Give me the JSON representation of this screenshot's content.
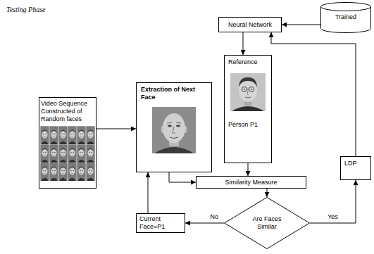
{
  "diagram": {
    "title": "Testing Phase",
    "nodes": [
      {
        "text": [
          "Video Sequence Constructed of Random faces"
        ]
      },
      {
        "text": [
          "Extraction of Next Face"
        ]
      },
      {
        "text": [
          "Neural Network"
        ]
      },
      {
        "text": [
          "Trained"
        ]
      },
      {
        "text": [
          "Reference",
          "Person P1"
        ]
      },
      {
        "text": [
          "LDP"
        ]
      },
      {
        "text": [
          "Similarity Measure"
        ]
      },
      {
        "text": [
          "Are Faces Similar"
        ]
      },
      {
        "text": [
          "Current Face=P1"
        ]
      }
    ],
    "edges": [
      {
        "from": 0,
        "to": 1,
        "arrow": "to"
      },
      {
        "from": 3,
        "to": 2,
        "arrow": "to"
      },
      {
        "from": 2,
        "to": 4,
        "arrow": "to"
      },
      {
        "from": 1,
        "to": 6,
        "arrow": "to"
      },
      {
        "from": 4,
        "to": 6,
        "arrow": "to"
      },
      {
        "from": 6,
        "to": 7,
        "arrow": "to"
      },
      {
        "from": 7,
        "to": 8,
        "label": "No",
        "arrow": "to"
      },
      {
        "from": 8,
        "to": 1,
        "arrow": "to"
      },
      {
        "from": 7,
        "to": 5,
        "label": "Yes",
        "arrow": "to"
      },
      {
        "from": 5,
        "to": 2,
        "arrow": "to"
      }
    ]
  }
}
